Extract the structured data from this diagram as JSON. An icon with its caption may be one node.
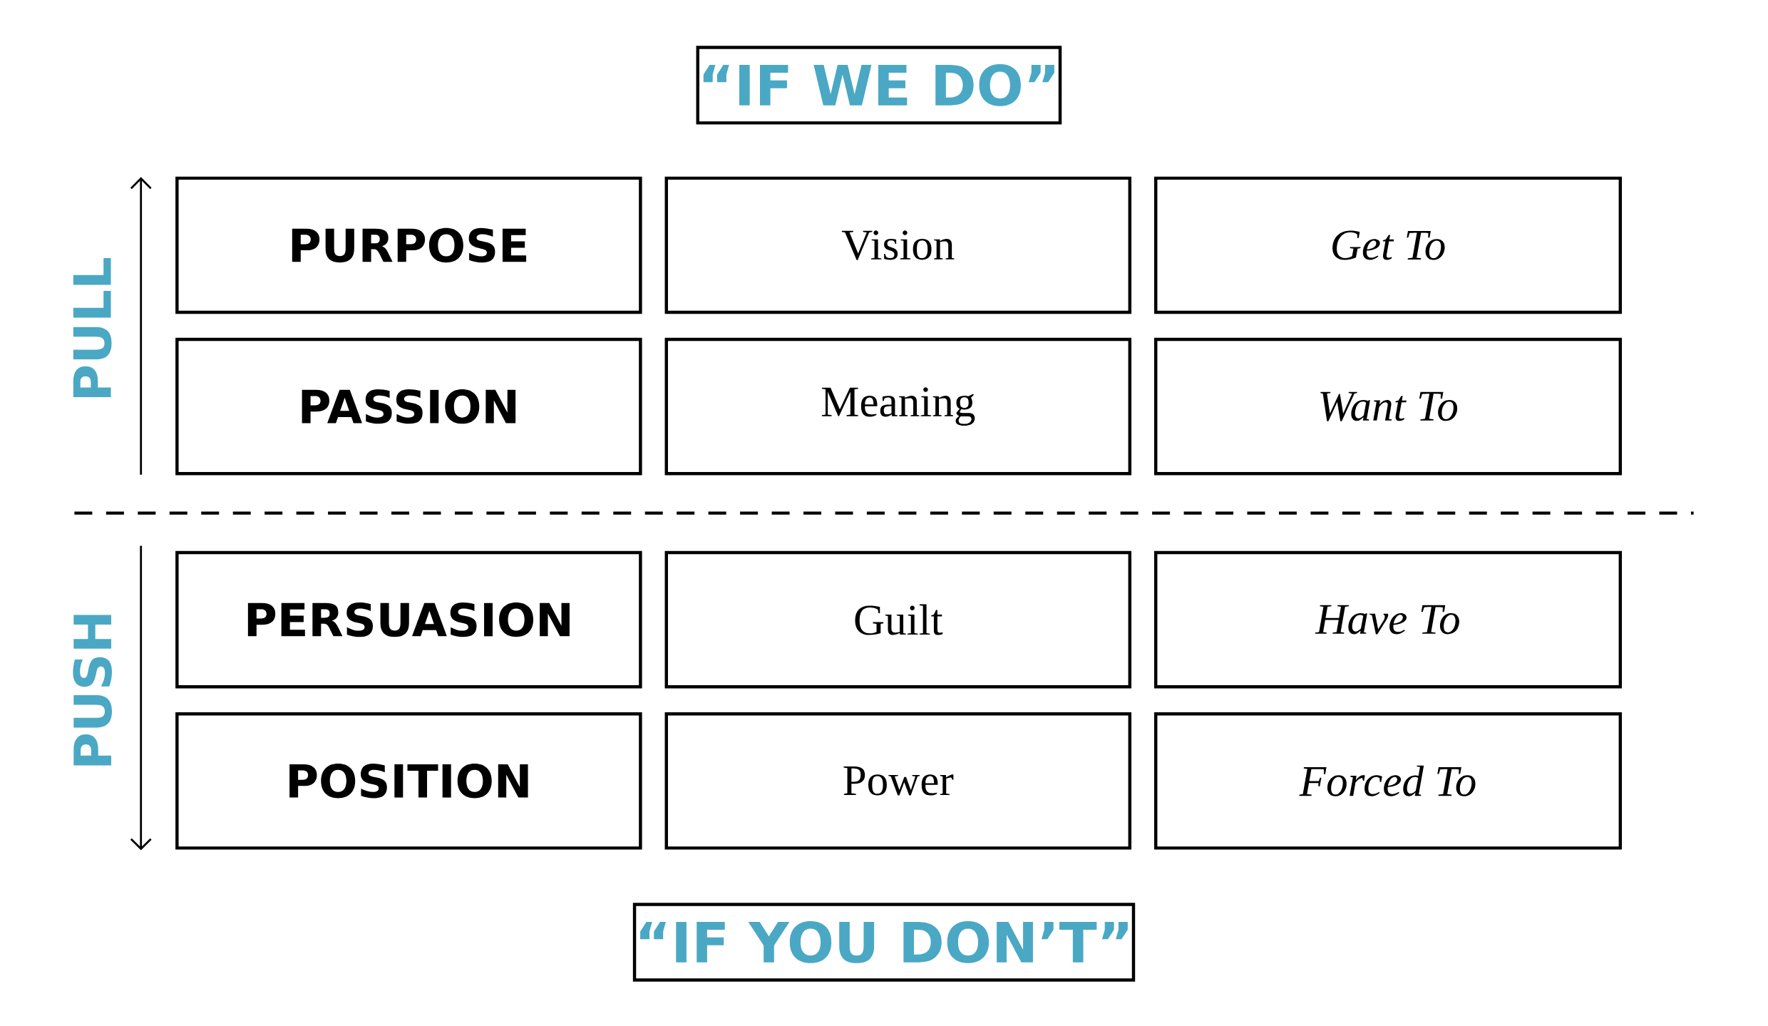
{
  "diagram": {
    "nodes": [
      {
        "text": [
          "“IF WE DO”"
        ]
      },
      {
        "text": [
          "PURPOSE"
        ]
      },
      {
        "text": [
          "Vision"
        ]
      },
      {
        "text": [
          "Get To"
        ]
      },
      {
        "text": [
          "PASSION"
        ]
      },
      {
        "text": [
          "Meaning"
        ]
      },
      {
        "text": [
          "Want To"
        ]
      },
      {
        "text": [
          "PERSUASION"
        ]
      },
      {
        "text": [
          "Guilt"
        ]
      },
      {
        "text": [
          "Have To"
        ]
      },
      {
        "text": [
          "POSITION"
        ]
      },
      {
        "text": [
          "Power"
        ]
      },
      {
        "text": [
          "Forced To"
        ]
      },
      {
        "text": [
          "“IF YOU DON’T”"
        ]
      }
    ],
    "labels": [
      "PULL",
      "PUSH"
    ]
  }
}
